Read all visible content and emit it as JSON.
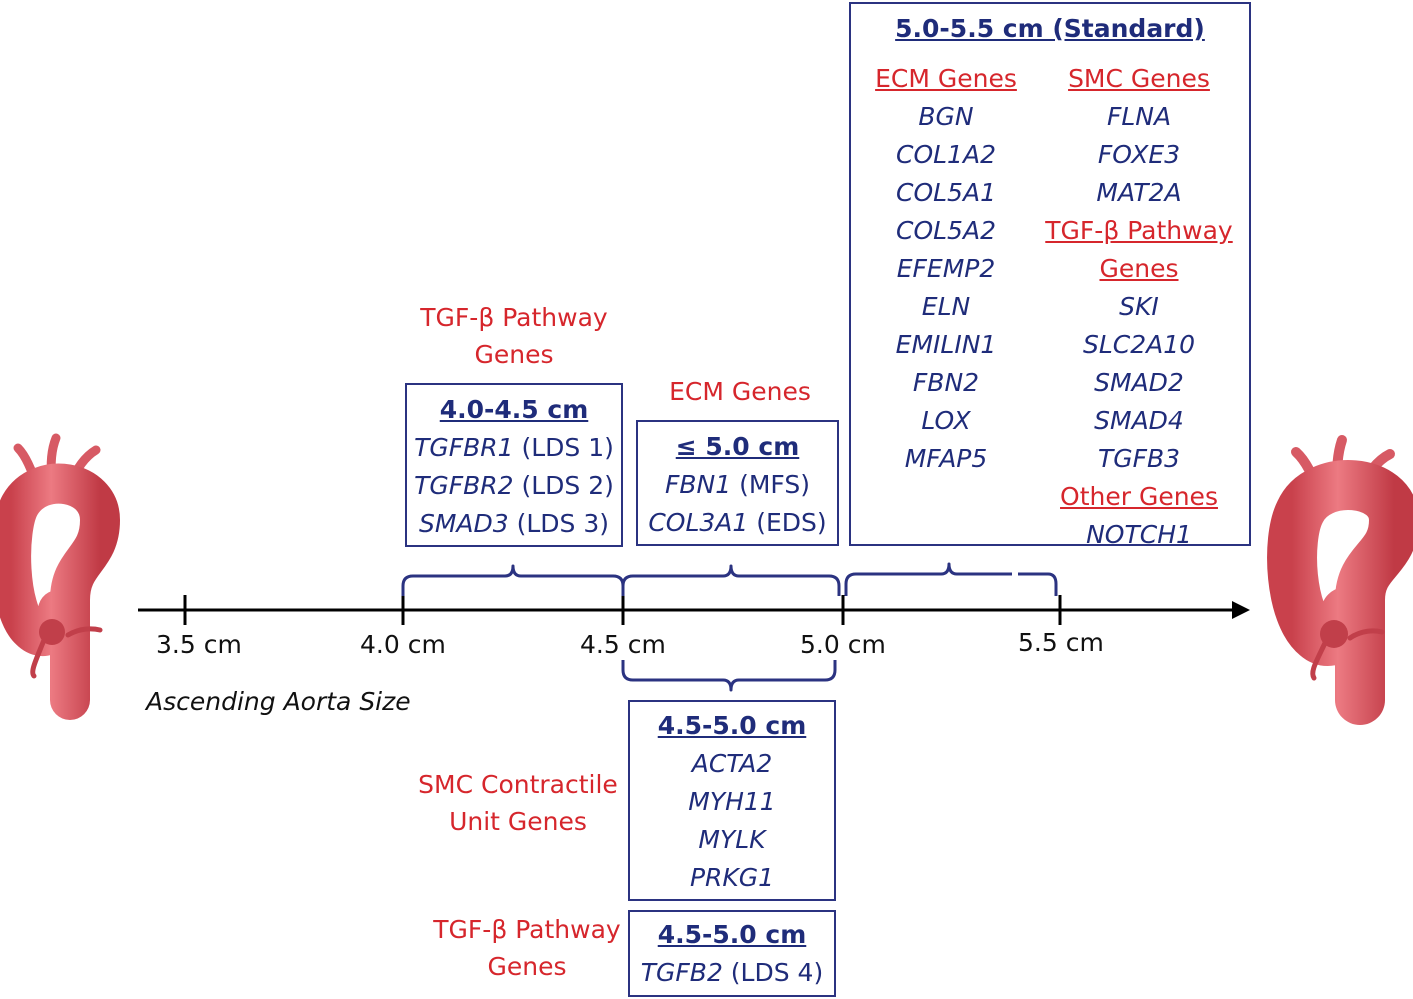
{
  "axis": {
    "label": "Ascending Aorta Size",
    "ticks": [
      "3.5 cm",
      "4.0 cm",
      "4.5 cm",
      "5.0 cm",
      "5.5 cm"
    ]
  },
  "groups": {
    "tgf_top": {
      "label_l1": "TGF-β Pathway",
      "label_l2": "Genes",
      "title": "4.0-4.5 cm",
      "rows": [
        {
          "gene": "TGFBR1",
          "note": " (LDS 1)"
        },
        {
          "gene": "TGFBR2",
          "note": " (LDS 2)"
        },
        {
          "gene": "SMAD3",
          "note": " (LDS 3)"
        }
      ]
    },
    "ecm_mid": {
      "label": "ECM Genes",
      "title": "≤ 5.0 cm",
      "rows": [
        {
          "gene": "FBN1",
          "note": " (MFS)"
        },
        {
          "gene": "COL3A1",
          "note": " (EDS)"
        }
      ]
    },
    "standard": {
      "title": "5.0-5.5 cm (Standard)",
      "ecm_heading": "ECM Genes",
      "ecm_genes": [
        "BGN",
        "COL1A2",
        "COL5A1",
        "COL5A2",
        "EFEMP2",
        "ELN",
        "EMILIN1",
        "FBN2",
        "LOX",
        "MFAP5"
      ],
      "smc_heading": "SMC Genes",
      "smc_genes": [
        "FLNA",
        "FOXE3",
        "MAT2A"
      ],
      "tgf_heading_l1": "TGF-β Pathway",
      "tgf_heading_l2": "Genes",
      "tgf_genes": [
        "SKI",
        "SLC2A10",
        "SMAD2",
        "SMAD4",
        "TGFB3"
      ],
      "other_heading": "Other Genes",
      "other_genes": [
        "NOTCH1"
      ]
    },
    "smc_bottom": {
      "label_l1": "SMC Contractile",
      "label_l2": "Unit Genes",
      "title": "4.5-5.0 cm",
      "genes": [
        "ACTA2",
        "MYH11",
        "MYLK",
        "PRKG1"
      ]
    },
    "tgf_bottom": {
      "label_l1": "TGF-β Pathway",
      "label_l2": "Genes",
      "title": "4.5-5.0 cm",
      "gene": "TGFB2",
      "note": " (LDS 4)"
    }
  },
  "colors": {
    "box_border": "#2b3381",
    "gene_text": "#1f2c7a",
    "category_red": "#d6262c",
    "aorta": "#e2606a"
  }
}
